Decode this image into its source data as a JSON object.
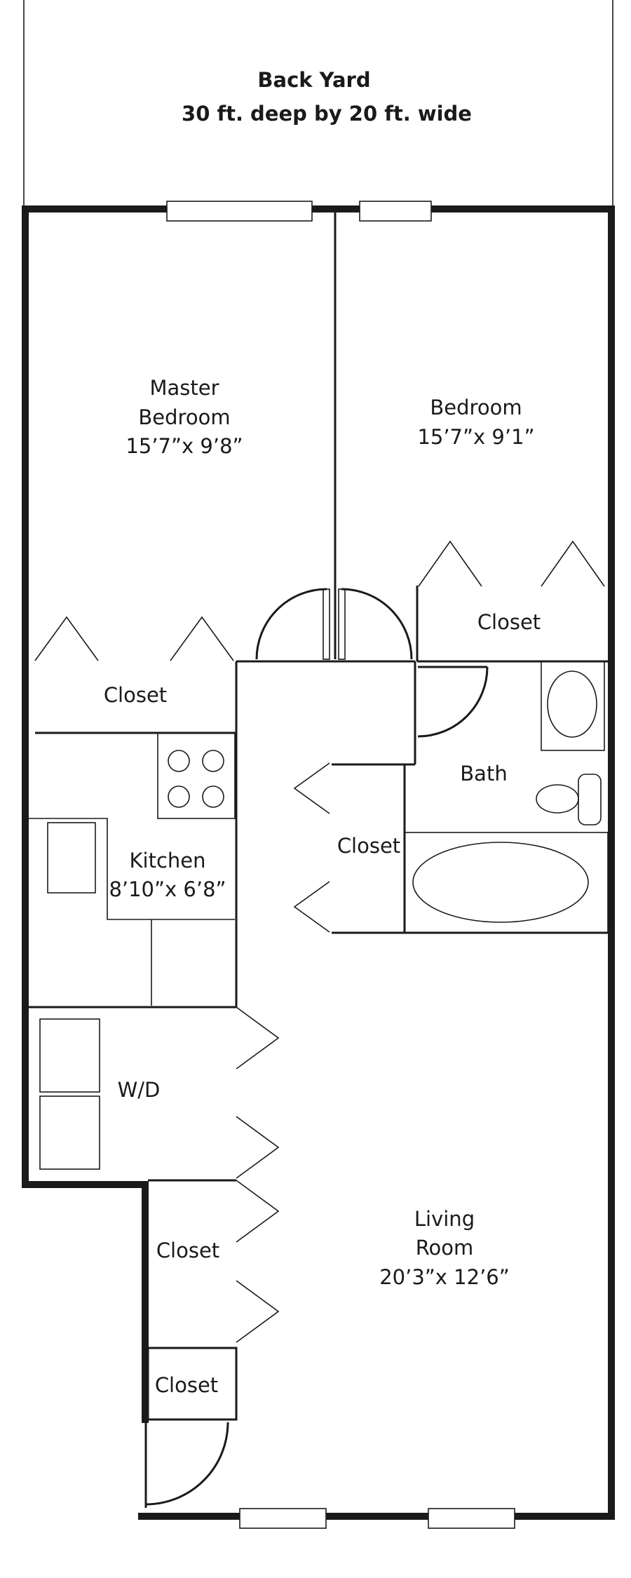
{
  "back_yard": {
    "title": "Back Yard",
    "size": "30 ft. deep by 20 ft. wide"
  },
  "rooms": {
    "master_bedroom": {
      "line1": "Master",
      "line2": "Bedroom",
      "dims": "15’7”x 9’8”"
    },
    "bedroom": {
      "line1": "Bedroom",
      "dims": "15’7”x 9’1”"
    },
    "kitchen": {
      "line1": "Kitchen",
      "dims": "8’10”x 6’8”"
    },
    "bath": {
      "line1": "Bath"
    },
    "living_room": {
      "line1": "Living",
      "line2": "Room",
      "dims": "20’3”x 12’6”"
    },
    "laundry": {
      "line1": "W/D"
    },
    "closet_master": {
      "line1": "Closet"
    },
    "closet_bedroom": {
      "line1": "Closet"
    },
    "closet_hall": {
      "line1": "Closet"
    },
    "closet_living": {
      "line1": "Closet"
    },
    "closet_entry": {
      "line1": "Closet"
    }
  }
}
